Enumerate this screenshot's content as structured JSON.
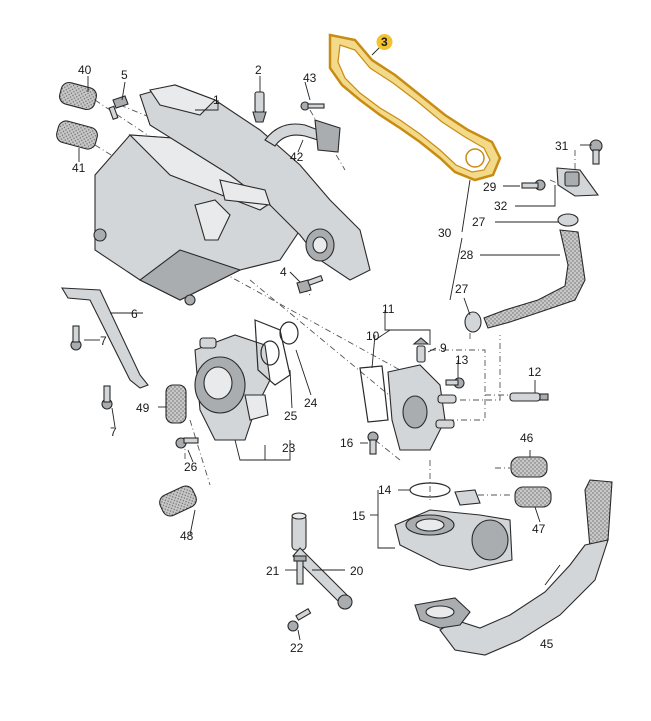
{
  "highlight_color": "#f2c230",
  "gasket_highlight_color": "#e6a81e",
  "callouts": [
    {
      "id": "c1",
      "label": "1"
    },
    {
      "id": "c2",
      "label": "2"
    },
    {
      "id": "c3",
      "label": "3"
    },
    {
      "id": "c4",
      "label": "4"
    },
    {
      "id": "c5",
      "label": "5"
    },
    {
      "id": "c6",
      "label": "6"
    },
    {
      "id": "c7a",
      "label": "7"
    },
    {
      "id": "c7b",
      "label": "7"
    },
    {
      "id": "c9",
      "label": "9"
    },
    {
      "id": "c10",
      "label": "10"
    },
    {
      "id": "c11",
      "label": "11"
    },
    {
      "id": "c12",
      "label": "12"
    },
    {
      "id": "c13",
      "label": "13"
    },
    {
      "id": "c14",
      "label": "14"
    },
    {
      "id": "c15",
      "label": "15"
    },
    {
      "id": "c16",
      "label": "16"
    },
    {
      "id": "c20",
      "label": "20"
    },
    {
      "id": "c21",
      "label": "21"
    },
    {
      "id": "c22",
      "label": "22"
    },
    {
      "id": "c23",
      "label": "23"
    },
    {
      "id": "c24",
      "label": "24"
    },
    {
      "id": "c25",
      "label": "25"
    },
    {
      "id": "c26",
      "label": "26"
    },
    {
      "id": "c27a",
      "label": "27"
    },
    {
      "id": "c27b",
      "label": "27"
    },
    {
      "id": "c28",
      "label": "28"
    },
    {
      "id": "c29",
      "label": "29"
    },
    {
      "id": "c30",
      "label": "30"
    },
    {
      "id": "c31",
      "label": "31"
    },
    {
      "id": "c32",
      "label": "32"
    },
    {
      "id": "c40",
      "label": "40"
    },
    {
      "id": "c41",
      "label": "41"
    },
    {
      "id": "c42",
      "label": "42"
    },
    {
      "id": "c43",
      "label": "43"
    },
    {
      "id": "c45",
      "label": "45"
    },
    {
      "id": "c46",
      "label": "46"
    },
    {
      "id": "c47",
      "label": "47"
    },
    {
      "id": "c48",
      "label": "48"
    },
    {
      "id": "c49",
      "label": "49"
    }
  ]
}
